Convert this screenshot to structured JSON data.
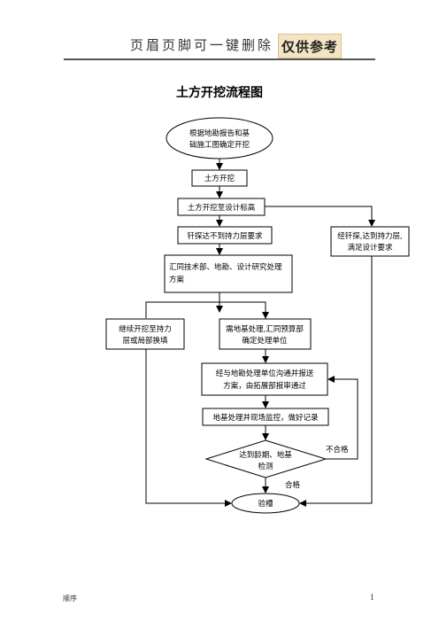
{
  "header": {
    "text": "页眉页脚可一键删除",
    "badge": "仅供参考"
  },
  "title": "土方开挖流程图",
  "nodes": {
    "n1_line1": "根据地勘报告和基",
    "n1_line2": "础施工图确定开挖",
    "n2": "土方开挖",
    "n3": "土方开挖至设计标高",
    "n4": "钎探达不到持力层要求",
    "n5_line1": "经钎探,达到持力层,",
    "n5_line2": "满足设计要求",
    "n6_line1": "汇同技术部、地勘、设计研究处理",
    "n6_line2": "方案",
    "n7_line1": "继续开挖至持力",
    "n7_line2": "层或局部换填",
    "n8_line1": "需地基处理,汇同预算部",
    "n8_line2": "确定处理单位",
    "n9_line1": "经与地勘处理单位沟通并报送",
    "n9_line2": "方案，由拓展部报审通过",
    "n10": "地基处理并现场监控，做好记录",
    "n11_line1": "达到龄期、地基",
    "n11_line2": "检测",
    "n12": "验槽",
    "label_fail": "不合格",
    "label_pass": "合格"
  },
  "footer": {
    "left": "顺序",
    "right": "1"
  }
}
